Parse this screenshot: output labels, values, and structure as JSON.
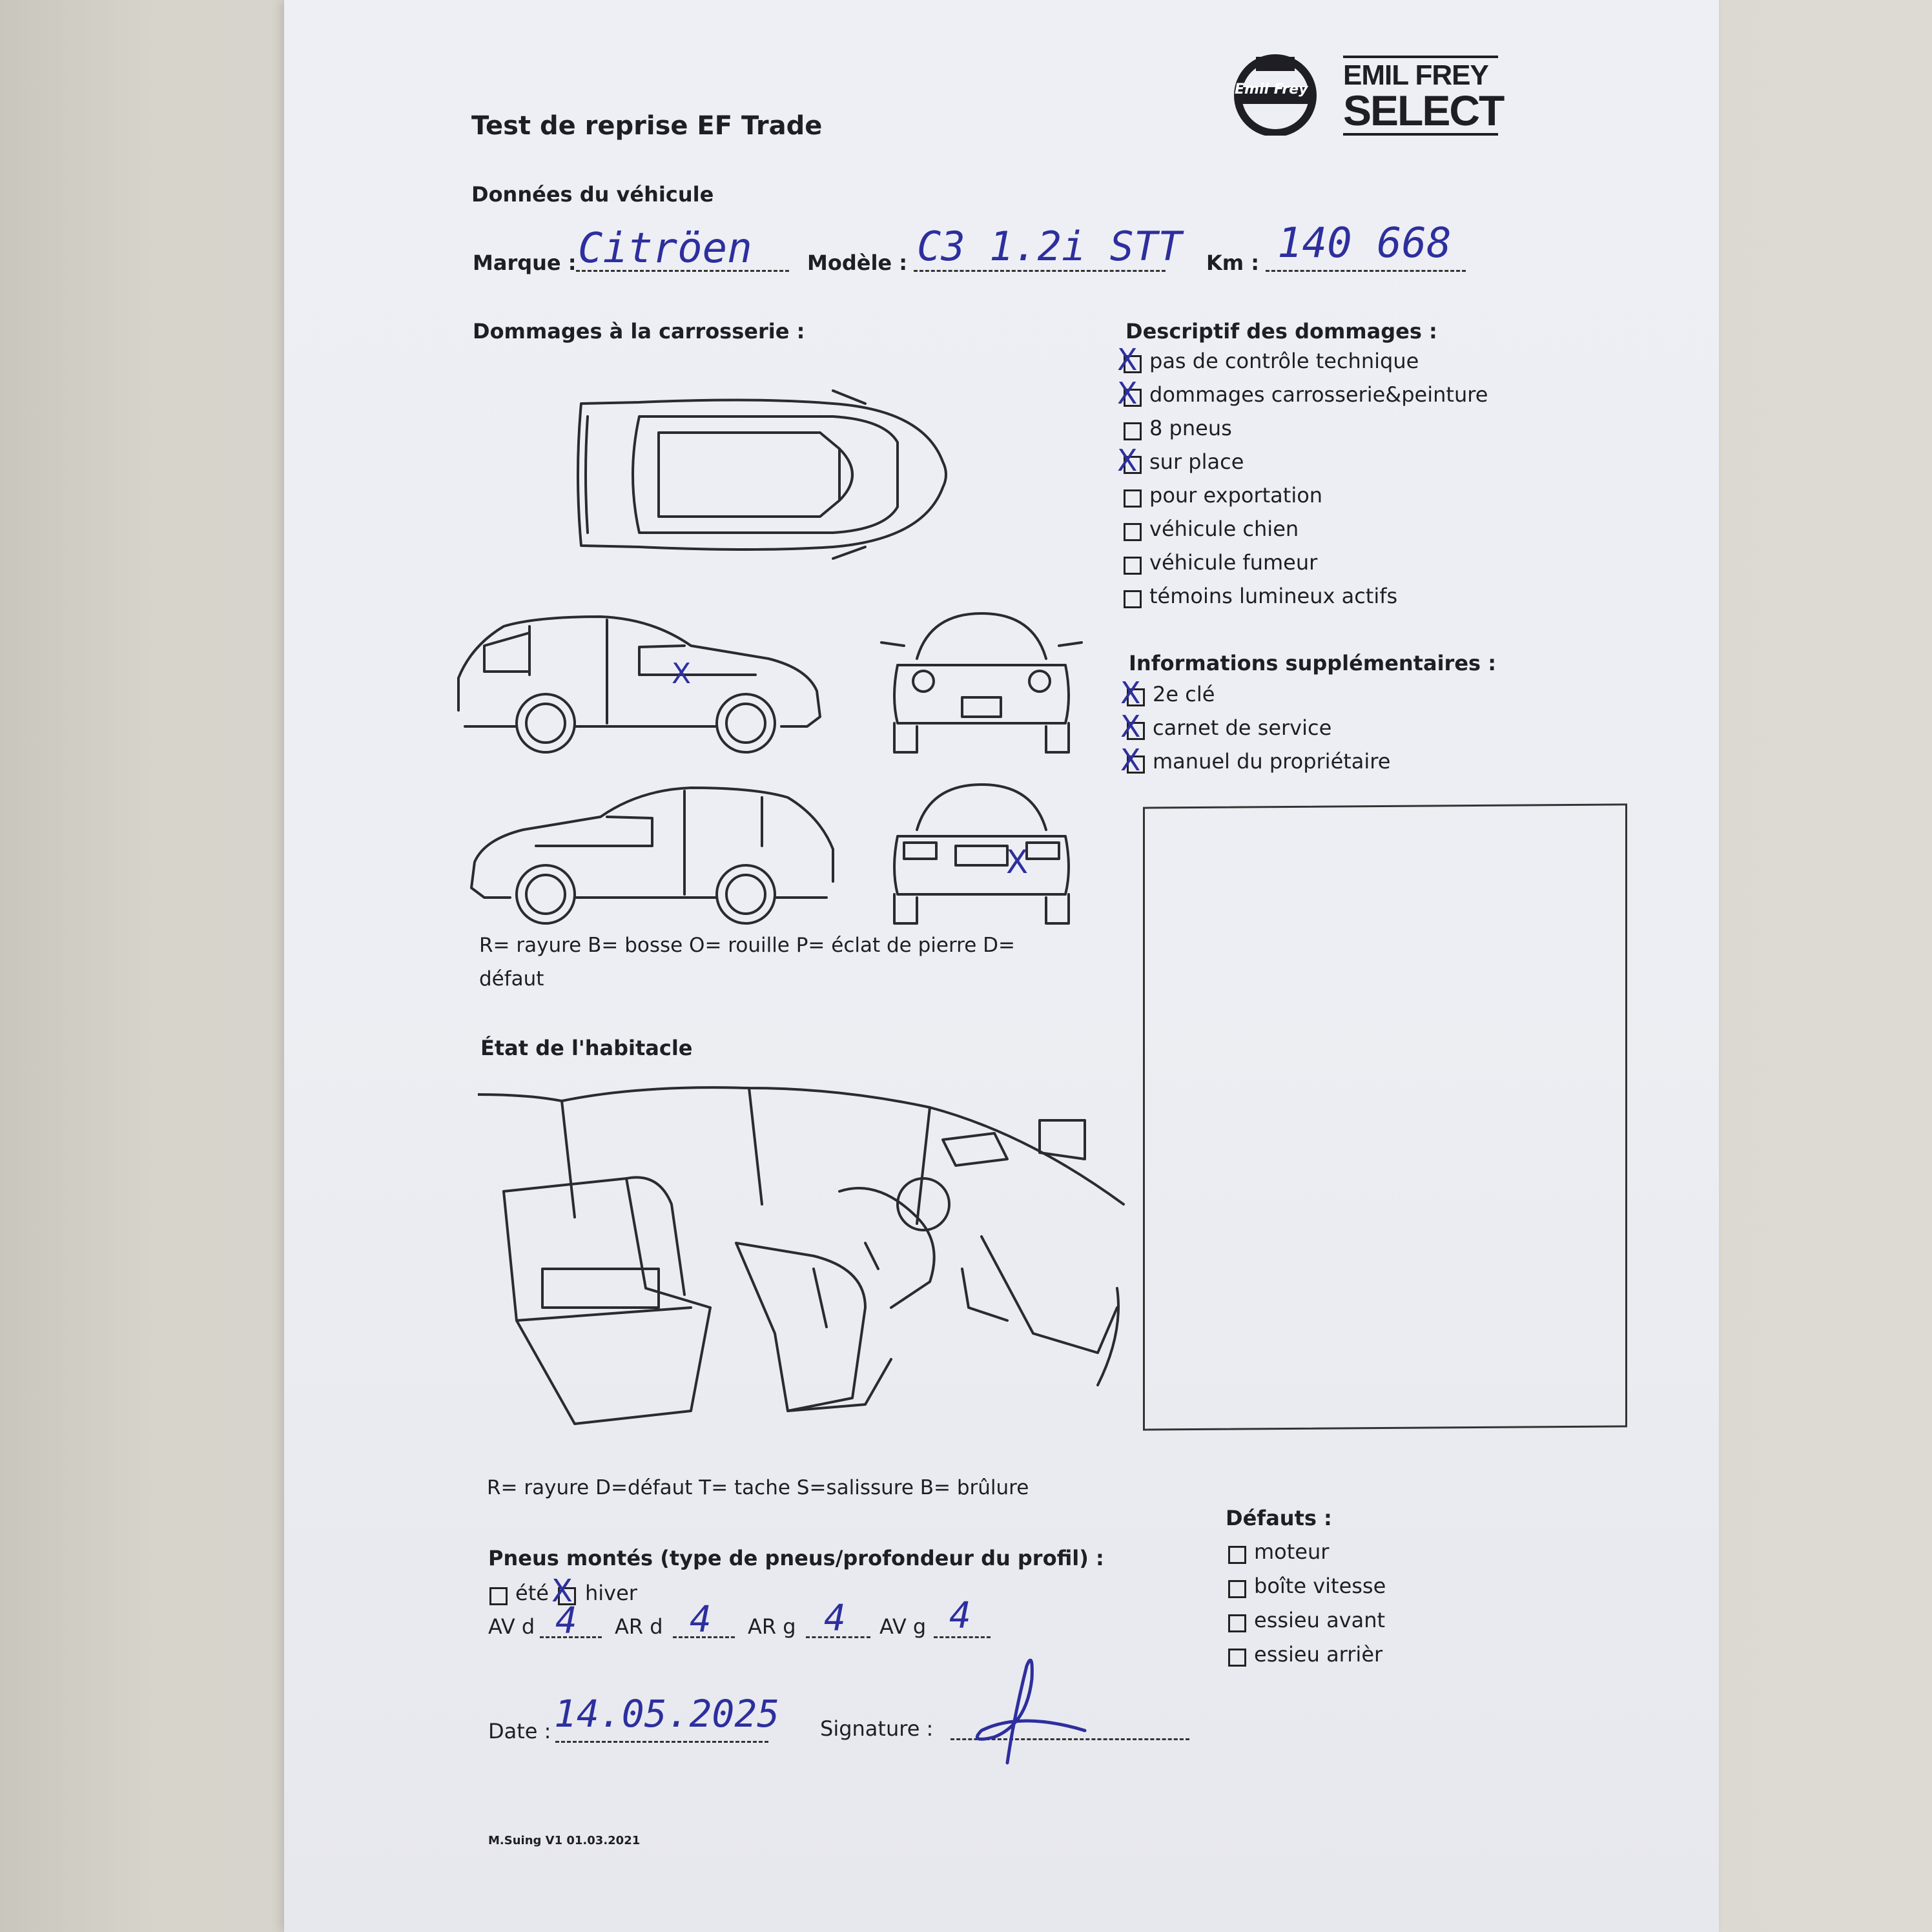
{
  "title": "Test de reprise EF Trade",
  "logo": {
    "seal": "Emil Frey",
    "brand_top": "EMIL FREY",
    "brand_bottom": "SELECT"
  },
  "vehicle": {
    "section": "Données du véhicule",
    "make_label": "Marque :",
    "make_value": "Citröen",
    "model_label": "Modèle :",
    "model_value": "C3 1.2i STT",
    "km_label": "Km :",
    "km_value": "140 668"
  },
  "body_damage": {
    "heading": "Dommages à la carrosserie :",
    "legend_line1": "R= rayure B= bosse O= rouille P= éclat de pierre D=",
    "legend_line2": "défaut",
    "marks": [
      "X",
      "X"
    ]
  },
  "damage_description": {
    "heading": "Descriptif des dommages :",
    "items": [
      {
        "label": "pas de contrôle technique",
        "checked": true
      },
      {
        "label": "dommages carrosserie&peinture",
        "checked": true
      },
      {
        "label": "8 pneus",
        "checked": false
      },
      {
        "label": "sur place",
        "checked": true
      },
      {
        "label": "pour exportation",
        "checked": false
      },
      {
        "label": "véhicule chien",
        "checked": false
      },
      {
        "label": "véhicule fumeur",
        "checked": false
      },
      {
        "label": "témoins lumineux actifs",
        "checked": false
      }
    ]
  },
  "extra_info": {
    "heading": "Informations supplémentaires :",
    "items": [
      {
        "label": "2e clé",
        "checked": true
      },
      {
        "label": "carnet de service",
        "checked": true
      },
      {
        "label": "manuel du propriétaire",
        "checked": true
      }
    ]
  },
  "interior": {
    "heading": "État de l'habitacle",
    "legend": "R= rayure D=défaut T= tache S=salissure B= brûlure"
  },
  "tires": {
    "heading": "Pneus montés (type de pneus/profondeur du profil) :",
    "summer_label": "été",
    "summer_checked": false,
    "winter_label": "hiver",
    "winter_checked": true,
    "av_d_label": "AV d",
    "av_d": "4",
    "ar_d_label": "AR d",
    "ar_d": "4",
    "ar_g_label": "AR g",
    "ar_g": "4",
    "av_g_label": "AV g",
    "av_g": "4"
  },
  "defects": {
    "heading": "Défauts :",
    "items": [
      {
        "label": "moteur",
        "checked": false
      },
      {
        "label": "boîte vitesse",
        "checked": false
      },
      {
        "label": "essieu avant",
        "checked": false
      },
      {
        "label": "essieu arrièr",
        "checked": false
      }
    ]
  },
  "date_label": "Date :",
  "date_value": "14.05.2025",
  "signature_label": "Signature :",
  "footer": "M.Suing V1 01.03.2021",
  "colors": {
    "ink": "#2d2f9e",
    "print": "#1e1e24",
    "paper": "#eceef3"
  }
}
